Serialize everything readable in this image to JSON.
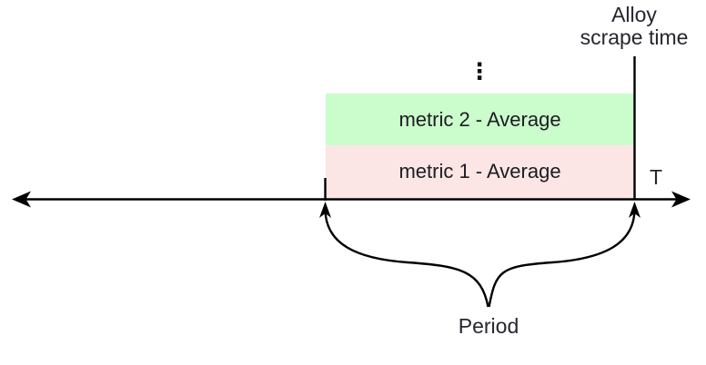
{
  "diagram": {
    "scrape_time_label": {
      "line1": "Alloy",
      "line2": "scrape time"
    },
    "ellipsis": "⋮",
    "metrics": [
      {
        "label": "metric 2 - Average",
        "fill": "#cbfccb"
      },
      {
        "label": "metric 1 - Average",
        "fill": "#fbe5e5"
      }
    ],
    "time_axis_label": "T",
    "period_label": "Period",
    "colors": {
      "background": "#ffffff",
      "line": "#000000",
      "text": "#26262e",
      "metric2_fill": "#cbfccb",
      "metric1_fill": "#fbe5e5"
    }
  }
}
